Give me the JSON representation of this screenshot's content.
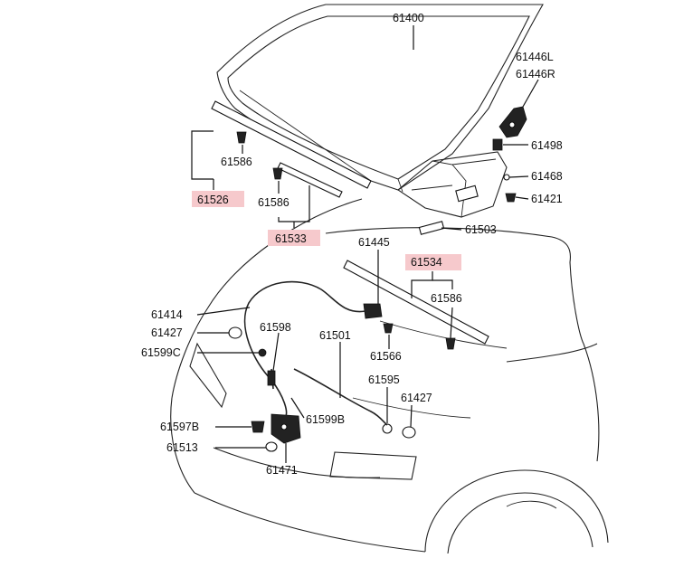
{
  "labels": {
    "p61400": "61400",
    "p61446L": "61446L",
    "p61446R": "61446R",
    "p61498": "61498",
    "p61468": "61468",
    "p61421": "61421",
    "p61586_a": "61586",
    "p61526": "61526",
    "p61586_b": "61586",
    "p61533": "61533",
    "p61503": "61503",
    "p61445": "61445",
    "p61534": "61534",
    "p61586_c": "61586",
    "p61414": "61414",
    "p61427_a": "61427",
    "p61598": "61598",
    "p61599C": "61599C",
    "p61501": "61501",
    "p61566": "61566",
    "p61595": "61595",
    "p61427_b": "61427",
    "p61599B": "61599B",
    "p61597B": "61597B",
    "p61513": "61513",
    "p61471": "61471"
  },
  "highlighted_parts": [
    "61526",
    "61533",
    "61534"
  ],
  "colors": {
    "highlight": "#f6c9cc",
    "line": "#111111"
  }
}
